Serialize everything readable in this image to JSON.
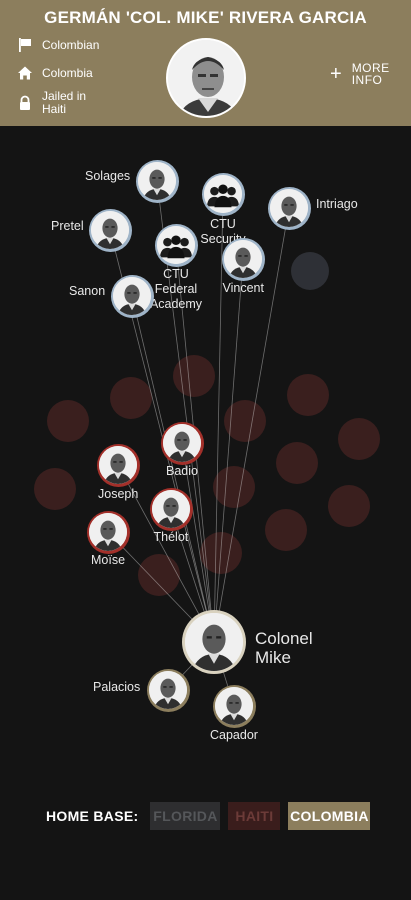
{
  "header": {
    "title": "GERMÁN 'COL. MIKE' RIVERA GARCIA",
    "nationality": "Colombian",
    "home": "Colombia",
    "status": "Jailed in Haiti",
    "more_info_label": "MORE INFO",
    "icons": {
      "nationality": "flag-icon",
      "home": "home-icon",
      "status": "lock-icon",
      "more": "plus-icon"
    }
  },
  "nodes": {
    "solages": "Solages",
    "ctu_security": "CTU Security",
    "intriago": "Intriago",
    "pretel": "Pretel",
    "ctu_federal": "CTU Federal Academy",
    "vincent": "Vincent",
    "sanon": "Sanon",
    "badio": "Badio",
    "joseph": "Joseph",
    "thelot": "Thélot",
    "moise": "Moïse",
    "colonel_mike": "Colonel Mike",
    "palacios": "Palacios",
    "capador": "Capador"
  },
  "home_base": {
    "label": "HOME BASE:",
    "options": [
      "FLORIDA",
      "HAITI",
      "COLOMBIA"
    ],
    "selected": "COLOMBIA"
  },
  "colors": {
    "florida": "#9fb4c8",
    "haiti": "#a3302a",
    "colombia": "#8c7e5d",
    "background": "#141414"
  }
}
